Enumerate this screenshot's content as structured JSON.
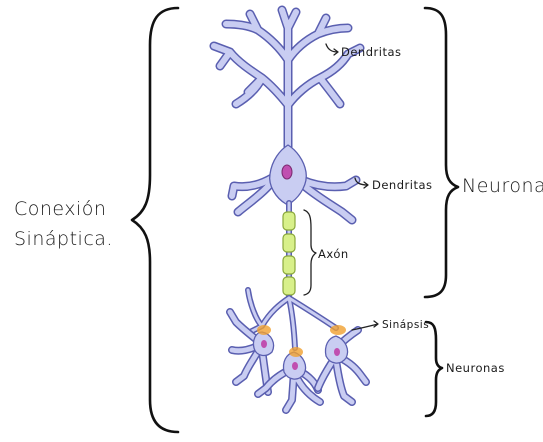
{
  "labels": {
    "conexion_line1": "Conexión",
    "conexion_line2": "Sináptica.",
    "neurona": "Neurona",
    "dendritas_top": "Dendritas",
    "dendritas_mid": "Dendritas",
    "axon": "Axón",
    "sinapsis": "Sinápsis",
    "neuronas": "Neuronas"
  },
  "colors": {
    "cell_fill": "#c9cdf2",
    "cell_outline": "#5a5fb0",
    "nucleus": "#c04fb0",
    "myelin": "#d8f08a",
    "synapse": "#f0a030",
    "ink": "#111111"
  }
}
